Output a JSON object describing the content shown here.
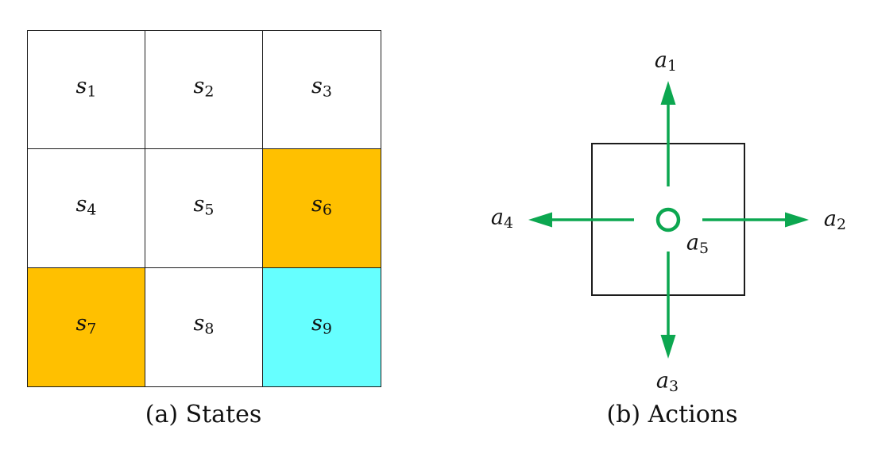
{
  "colors": {
    "cell_orange": "#ffc000",
    "cell_cyan": "#66ffff",
    "arrow_green": "#0ca750",
    "line_black": "#1c1c1c",
    "cell_white": "#ffffff"
  },
  "states_panel": {
    "caption": "(a) States",
    "cells": [
      {
        "base": "s",
        "sub": "1",
        "fill": "#ffffff"
      },
      {
        "base": "s",
        "sub": "2",
        "fill": "#ffffff"
      },
      {
        "base": "s",
        "sub": "3",
        "fill": "#ffffff"
      },
      {
        "base": "s",
        "sub": "4",
        "fill": "#ffffff"
      },
      {
        "base": "s",
        "sub": "5",
        "fill": "#ffffff"
      },
      {
        "base": "s",
        "sub": "6",
        "fill": "#ffc000"
      },
      {
        "base": "s",
        "sub": "7",
        "fill": "#ffc000"
      },
      {
        "base": "s",
        "sub": "8",
        "fill": "#ffffff"
      },
      {
        "base": "s",
        "sub": "9",
        "fill": "#66ffff"
      }
    ]
  },
  "actions_panel": {
    "caption": "(b) Actions",
    "labels": [
      {
        "base": "a",
        "sub": "1",
        "direction": "up"
      },
      {
        "base": "a",
        "sub": "2",
        "direction": "right"
      },
      {
        "base": "a",
        "sub": "3",
        "direction": "down"
      },
      {
        "base": "a",
        "sub": "4",
        "direction": "left"
      },
      {
        "base": "a",
        "sub": "5",
        "direction": "stay"
      }
    ]
  }
}
